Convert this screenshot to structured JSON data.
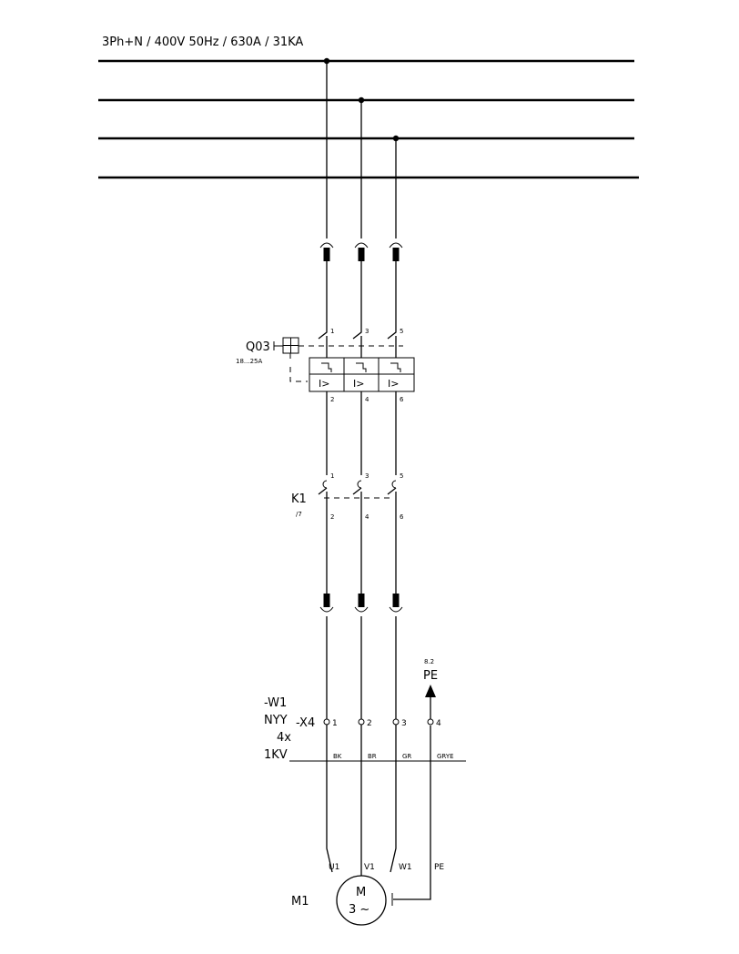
{
  "supply": {
    "label": "3Ph+N / 400V 50Hz / 630A / 31KA"
  },
  "breaker": {
    "tag": "Q03",
    "rating": "18...25A",
    "overcurrent_symbol": "I>",
    "terminals_in": [
      "1",
      "3",
      "5"
    ],
    "terminals_out": [
      "2",
      "4",
      "6"
    ]
  },
  "contactor": {
    "tag": "K1",
    "ref": "/7",
    "terminals_in": [
      "1",
      "3",
      "5"
    ],
    "terminals_out": [
      "2",
      "4",
      "6"
    ]
  },
  "pe_ref": {
    "page": "8.2",
    "label": "PE"
  },
  "cable": {
    "tag": "-W1",
    "type": "NYY",
    "cores": "4x",
    "voltage": "1KV",
    "core_colors": [
      "BK",
      "BR",
      "GR",
      "GRYE"
    ]
  },
  "terminal_strip": {
    "tag": "-X4",
    "numbers": [
      "1",
      "2",
      "3",
      "4"
    ]
  },
  "motor": {
    "tag": "M1",
    "symbol_top": "M",
    "symbol_bottom": "3 ~",
    "terminals": [
      "U1",
      "V1",
      "W1",
      "PE"
    ]
  }
}
